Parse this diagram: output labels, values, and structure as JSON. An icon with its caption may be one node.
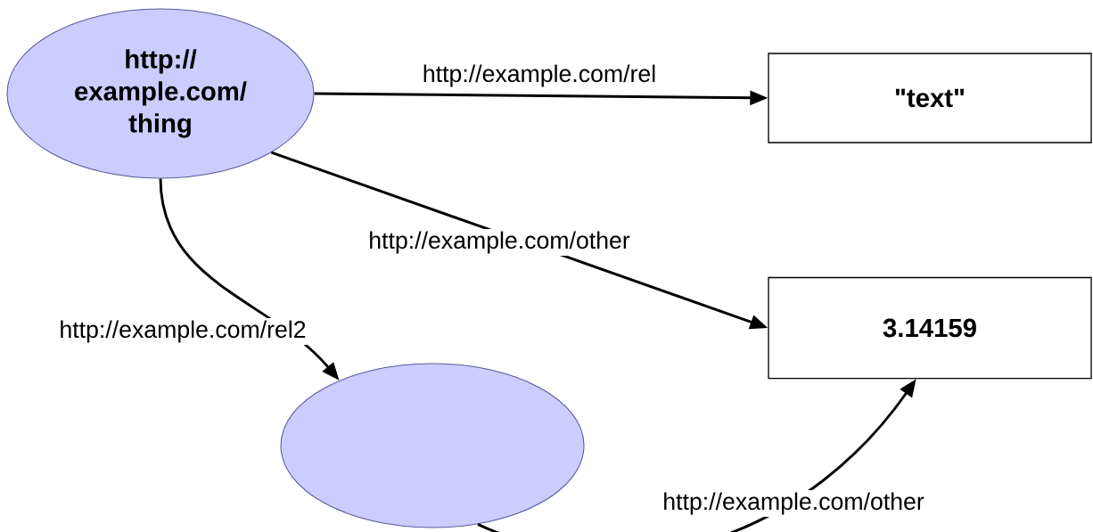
{
  "diagram": {
    "nodes": [
      {
        "text": [
          "http:// example.com/ thing"
        ]
      },
      {
        "text": [
          "\"text\""
        ]
      },
      {
        "text": [
          "3.14159"
        ]
      },
      {
        "text": [],
        "shape": "ellipse"
      }
    ],
    "edges": [
      {
        "from": 0,
        "to": 1,
        "arrow": "to",
        "label": "http://example.com/rel"
      },
      {
        "from": 0,
        "to": 2,
        "arrow": "to",
        "label": "http://example.com/other"
      },
      {
        "from": 0,
        "to": 3,
        "arrow": "to",
        "label": "http://example.com/rel2"
      },
      {
        "from": 3,
        "to": 2,
        "arrow": "to",
        "label": "http://example.com/other"
      }
    ]
  }
}
